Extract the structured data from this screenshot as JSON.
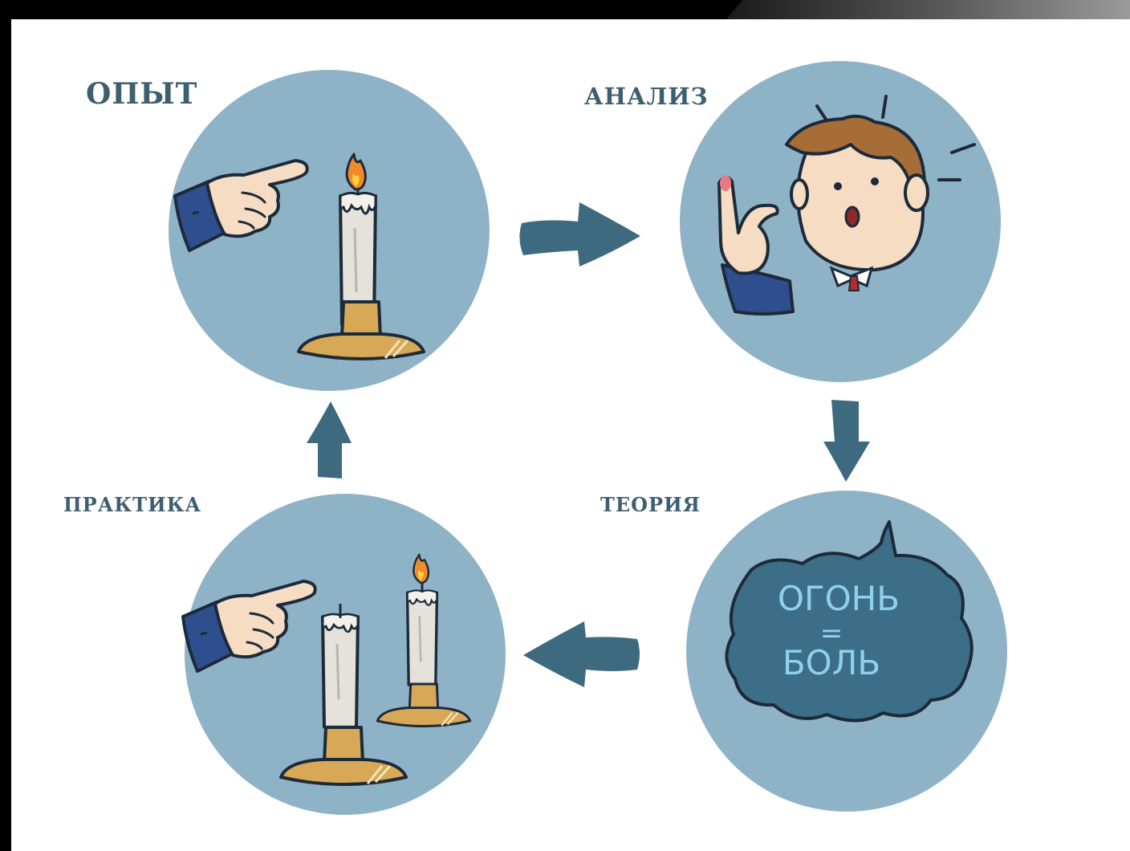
{
  "colors": {
    "circle_fill": "#8fb3c6",
    "arrow_fill": "#3e6a80",
    "label_color": "#3e5f70",
    "cloud_fill": "#3d6e88",
    "cloud_text": "#8fd0ea",
    "flame": "#f08a2a",
    "candle": "#e4e2da",
    "holder": "#d7a855",
    "sleeve": "#2f4e8e",
    "skin": "#f5dcc3"
  },
  "stages": {
    "opyt": {
      "label": "ОПЫТ",
      "icon": "hand-pointing-at-lit-candle"
    },
    "analiz": {
      "label": "АНАЛИЗ",
      "icon": "surprised-boy-with-burnt-finger"
    },
    "teoriya": {
      "label": "ТЕОРИЯ",
      "icon": "thought-cloud",
      "cloud_line1": "ОГОНЬ",
      "cloud_line2": "=",
      "cloud_line3": "БОЛЬ"
    },
    "praktika": {
      "label": "ПРАКТИКА",
      "icon": "hand-pointing-at-unlit-candle"
    }
  },
  "arrows": [
    "right",
    "down",
    "left",
    "up"
  ]
}
